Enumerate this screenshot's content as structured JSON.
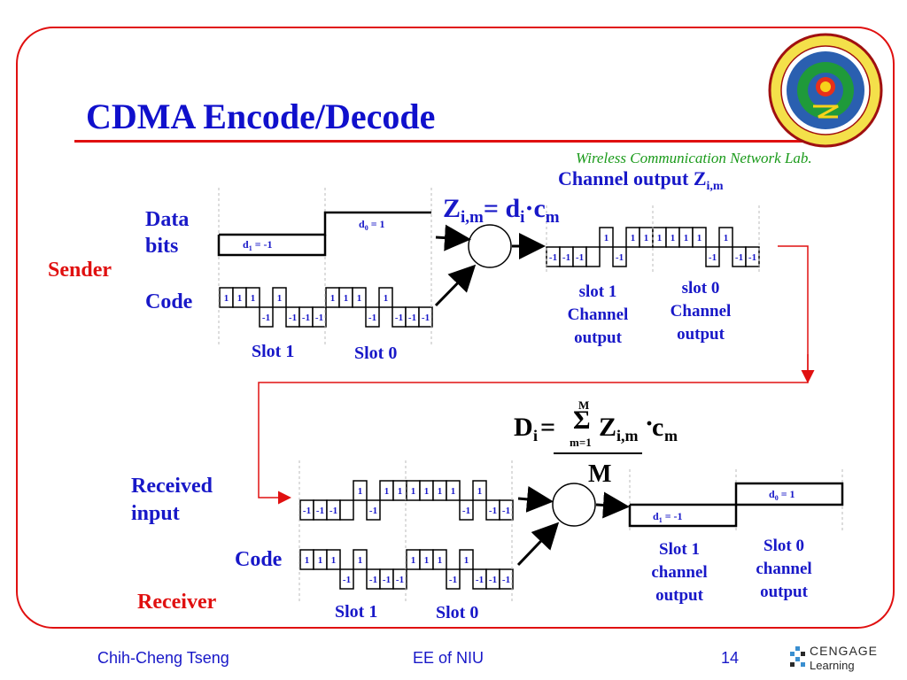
{
  "slide": {
    "title": "CDMA Encode/Decode",
    "lab": "Wireless Communication Network Lab.",
    "page_number": "14"
  },
  "footer": {
    "author": "Chih-Cheng Tseng",
    "dept": "EE of NIU",
    "page": "14",
    "publisher_line1": "CENGAGE",
    "publisher_line2": "Learning"
  },
  "sender": {
    "label": "Sender",
    "data_bits_line1": "Data",
    "data_bits_line2": "bits",
    "code_label": "Code",
    "d1": "d",
    "d1_sub": "1",
    "d1_val": " = -1",
    "d0": "d",
    "d0_sub": "0",
    "d0_val": " = 1",
    "code_up": [
      "1",
      "1",
      "1",
      "",
      "1",
      "",
      "",
      ""
    ],
    "code_down": [
      "",
      "",
      "",
      "-1",
      "",
      "-1",
      "-1",
      "-1"
    ],
    "slot1": "Slot 1",
    "slot0": "Slot 0"
  },
  "formula": {
    "z": "Z",
    "z_sub": "i,m",
    "eq": "= d",
    "d_sub": "i",
    "dot": "·",
    "c": "c",
    "c_sub": "m"
  },
  "channel": {
    "title": "Channel output Z",
    "title_sub": "i,m",
    "slot1_line1": "slot 1",
    "slot1_line2": "Channel",
    "slot1_line3": "output",
    "slot0_line1": "slot 0",
    "slot0_line2": "Channel",
    "slot0_line3": "output",
    "up": [
      "",
      "",
      "",
      "",
      "1",
      "",
      "1",
      "1",
      "1",
      "1",
      "1",
      "1",
      "",
      "1",
      "",
      ""
    ],
    "down": [
      "-1",
      "-1",
      "-1",
      "",
      "",
      "-1",
      "",
      "",
      "",
      "",
      "",
      "",
      "-1",
      "",
      "-1",
      "-1"
    ]
  },
  "decode": {
    "D": "D",
    "D_sub": "i",
    "eq": " = ",
    "sigma": "Σ",
    "upper": "M",
    "lower": "m=1",
    "z": "Z",
    "z_sub": "i,m",
    "dot": "·",
    "c": "c",
    "c_sub": "m",
    "denominator": "M"
  },
  "receiver": {
    "label": "Receiver",
    "received_line1": "Received",
    "received_line2": "input",
    "code_label": "Code",
    "slot1": "Slot 1",
    "slot0": "Slot 0",
    "out_d1": "d",
    "out_d1_sub": "1",
    "out_d1_val": " = -1",
    "out_d0": "d",
    "out_d0_sub": "0",
    "out_d0_val": " = 1",
    "out_slot1_line1": "Slot 1",
    "out_slot1_line2": "channel",
    "out_slot1_line3": "output",
    "out_slot0_line1": "Slot 0",
    "out_slot0_line2": "channel",
    "out_slot0_line3": "output"
  },
  "colors": {
    "title": "#1010cc",
    "frame": "#e01010",
    "label_blue": "#1818c8",
    "label_red": "#e01010",
    "lab_green": "#1a9a1a"
  }
}
